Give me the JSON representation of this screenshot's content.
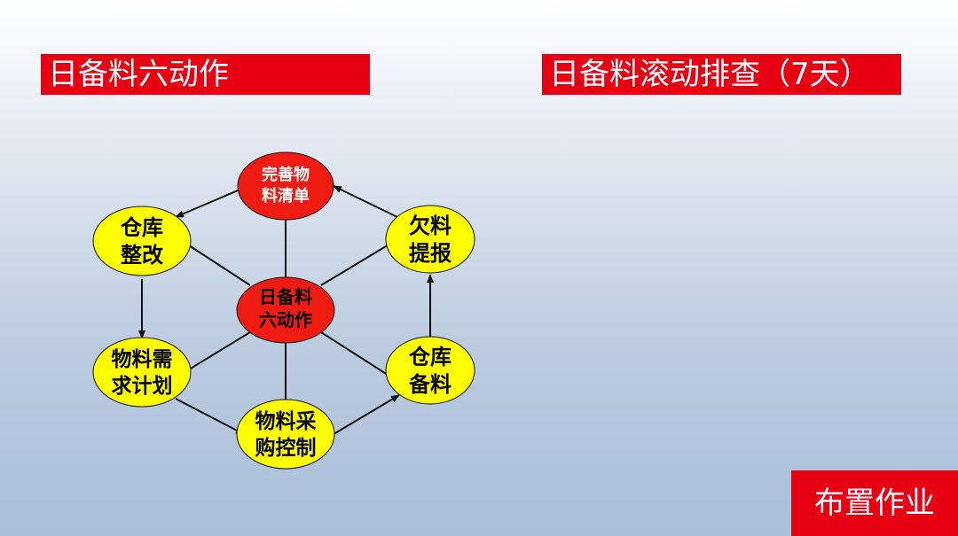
{
  "left_title": "日备料六动作",
  "right_title": "日备料滚动排查（7天）",
  "homework_button": "布置作业",
  "diagram": {
    "colors": {
      "center_fill": "#ee1c12",
      "red_node_fill": "#ee1c12",
      "yellow_node_fill": "#ffff00",
      "red_node_text": "#ffffff",
      "yellow_node_text": "#000000",
      "line": "#111111"
    },
    "center": {
      "line1": "日备料",
      "line2": "六动作"
    },
    "nodes": {
      "top": {
        "line1": "完善物",
        "line2": "料清单"
      },
      "top_right": {
        "line1": "欠料",
        "line2": "提报"
      },
      "bottom_right": {
        "line1": "仓库",
        "line2": "备料"
      },
      "bottom": {
        "line1": "物料采",
        "line2": "购控制"
      },
      "bottom_left": {
        "line1": "物料需",
        "line2": "求计划"
      },
      "top_left": {
        "line1": "仓库",
        "line2": "整改"
      }
    }
  }
}
